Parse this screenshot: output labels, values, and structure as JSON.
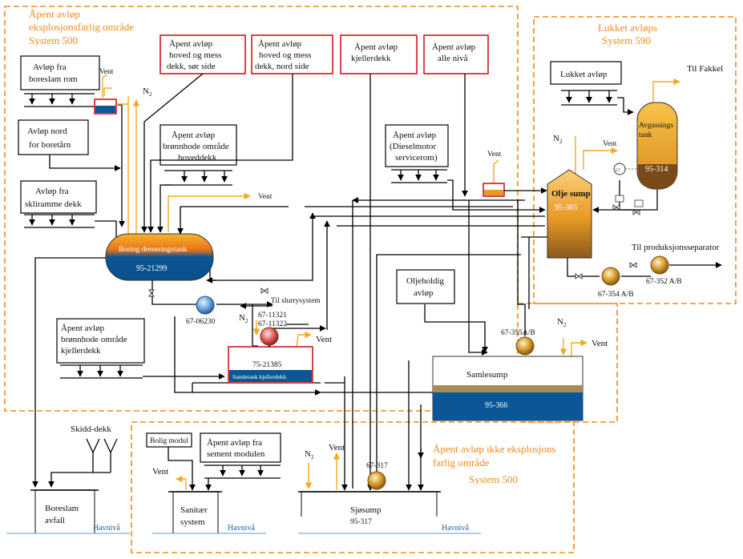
{
  "zones": {
    "top_left": [
      "Åpent avløp",
      "eksplosjonsfarlig område",
      "System 500"
    ],
    "top_right": [
      "Lukket avløps",
      "System 590"
    ],
    "bottom": [
      "Åpent avløp ikke eksplosjons",
      "farlig område",
      "System 500"
    ]
  },
  "sources": {
    "boreslam_rom": [
      "Avløp fra",
      "boreslam rom"
    ],
    "nord_boretarn": [
      "Avløp nord",
      "for boretårn"
    ],
    "skliramme": [
      "Avløp fra",
      "skliramme dekk"
    ],
    "hoved_sor": [
      "Åpent avløp",
      "hoved og mess",
      "dekk, sør side"
    ],
    "hoved_nord": [
      "Åpent avløp",
      "hoved og mess",
      "dekk, nord side"
    ],
    "kjellerdekk_top": [
      "Åpent avløp",
      "kjellerdekk"
    ],
    "alle_niva": [
      "Åpent avløp",
      "alle nivå"
    ],
    "bronnhode_hoved": [
      "Åpent avløp",
      "brønnhode område",
      "hoveddekk"
    ],
    "dieselmotor": [
      "Åpent avløp",
      "(Dieselmotor",
      "servicerom)"
    ],
    "lukket": "Lukket avløp",
    "oljeholdig": [
      "Oljeholdig",
      "avløp"
    ],
    "bronnhode_kjeller": [
      "Åpent avløp",
      "brønnhode område",
      "kjellerdekk"
    ],
    "bolig": "Bolig modul",
    "sement": [
      "Åpent avløp fra",
      "sement modulen"
    ]
  },
  "equipment": {
    "boring_tank": {
      "name": "Boring dreneringstank",
      "tag": "95-21299"
    },
    "samletank": {
      "name": "Samletank kjellerdekk",
      "tag": "75-21385"
    },
    "olje_sump": {
      "name": "Olje sump",
      "tag": "95-365"
    },
    "avgassings": {
      "name": [
        "Avgassings",
        "tank"
      ],
      "tag": "95-314"
    },
    "samlesump": {
      "name": "Samlesump",
      "tag": "95-366"
    },
    "sjosump": {
      "name": "Sjøsump",
      "tag": "95-317"
    },
    "boreslam_avfall": [
      "Boreslam",
      "avfall"
    ],
    "sanitaer": [
      "Sanitær",
      "system"
    ],
    "skidd": "Skidd-dekk"
  },
  "pumps": {
    "p1": "67-06230",
    "p2": [
      "67-11321",
      "67-11322"
    ],
    "p3": "67-355A/B",
    "p4": "67-354 A/B",
    "p5": "67-352 A/B",
    "p6": "67-317"
  },
  "labels": {
    "vent": "Vent",
    "n2": "N",
    "n2_sub": "2",
    "til_fakkel": "Til Fakkel",
    "til_prod": "Til produksjonsseparator",
    "til_slurry": "Til slurrysystem",
    "havniva": "Havnivå",
    "lt": "LT"
  },
  "colors": {
    "zone": "#f08a1c",
    "gas": "#f6a91c",
    "liquid": "#0a5696",
    "source_border": "#d0161e",
    "pump": "#c98a1a"
  }
}
